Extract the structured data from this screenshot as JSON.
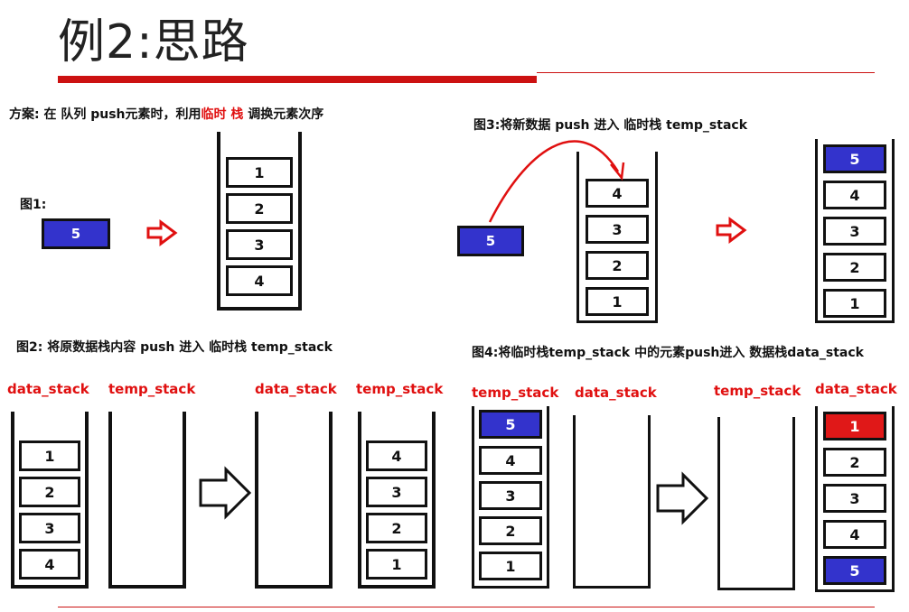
{
  "title": "例2:思路",
  "plan": {
    "prefix": "方案: 在  队列  push元素时，利用",
    "highlight": "临时 栈",
    "suffix": " 调换元素次序"
  },
  "fig1": {
    "label": "图1:",
    "new_element": "5",
    "stack": [
      "1",
      "2",
      "3",
      "4"
    ]
  },
  "fig2": {
    "caption": "图2: 将原数据栈内容 push 进入 临时栈 temp_stack",
    "before": {
      "data_label": "data_stack",
      "temp_label": "temp_stack",
      "data": [
        "1",
        "2",
        "3",
        "4"
      ]
    },
    "after": {
      "data_label": "data_stack",
      "temp_label": "temp_stack",
      "temp": [
        "4",
        "3",
        "2",
        "1"
      ]
    }
  },
  "fig3": {
    "caption": "图3:将新数据 push 进入 临时栈 temp_stack",
    "new_element": "5",
    "before": [
      "4",
      "3",
      "2",
      "1"
    ],
    "after": [
      "5",
      "4",
      "3",
      "2",
      "1"
    ]
  },
  "fig4": {
    "caption": "图4:将临时栈temp_stack 中的元素push进入 数据栈data_stack",
    "before": {
      "temp_label": "temp_stack",
      "data_label": "data_stack",
      "temp": [
        "5",
        "4",
        "3",
        "2",
        "1"
      ]
    },
    "after": {
      "temp_label": "temp_stack",
      "data_label": "data_stack",
      "data": [
        "1",
        "2",
        "3",
        "4",
        "5"
      ]
    }
  },
  "colors": {
    "accent": "#e01010",
    "blue": "#3333cc",
    "red_cell": "#e01818"
  }
}
